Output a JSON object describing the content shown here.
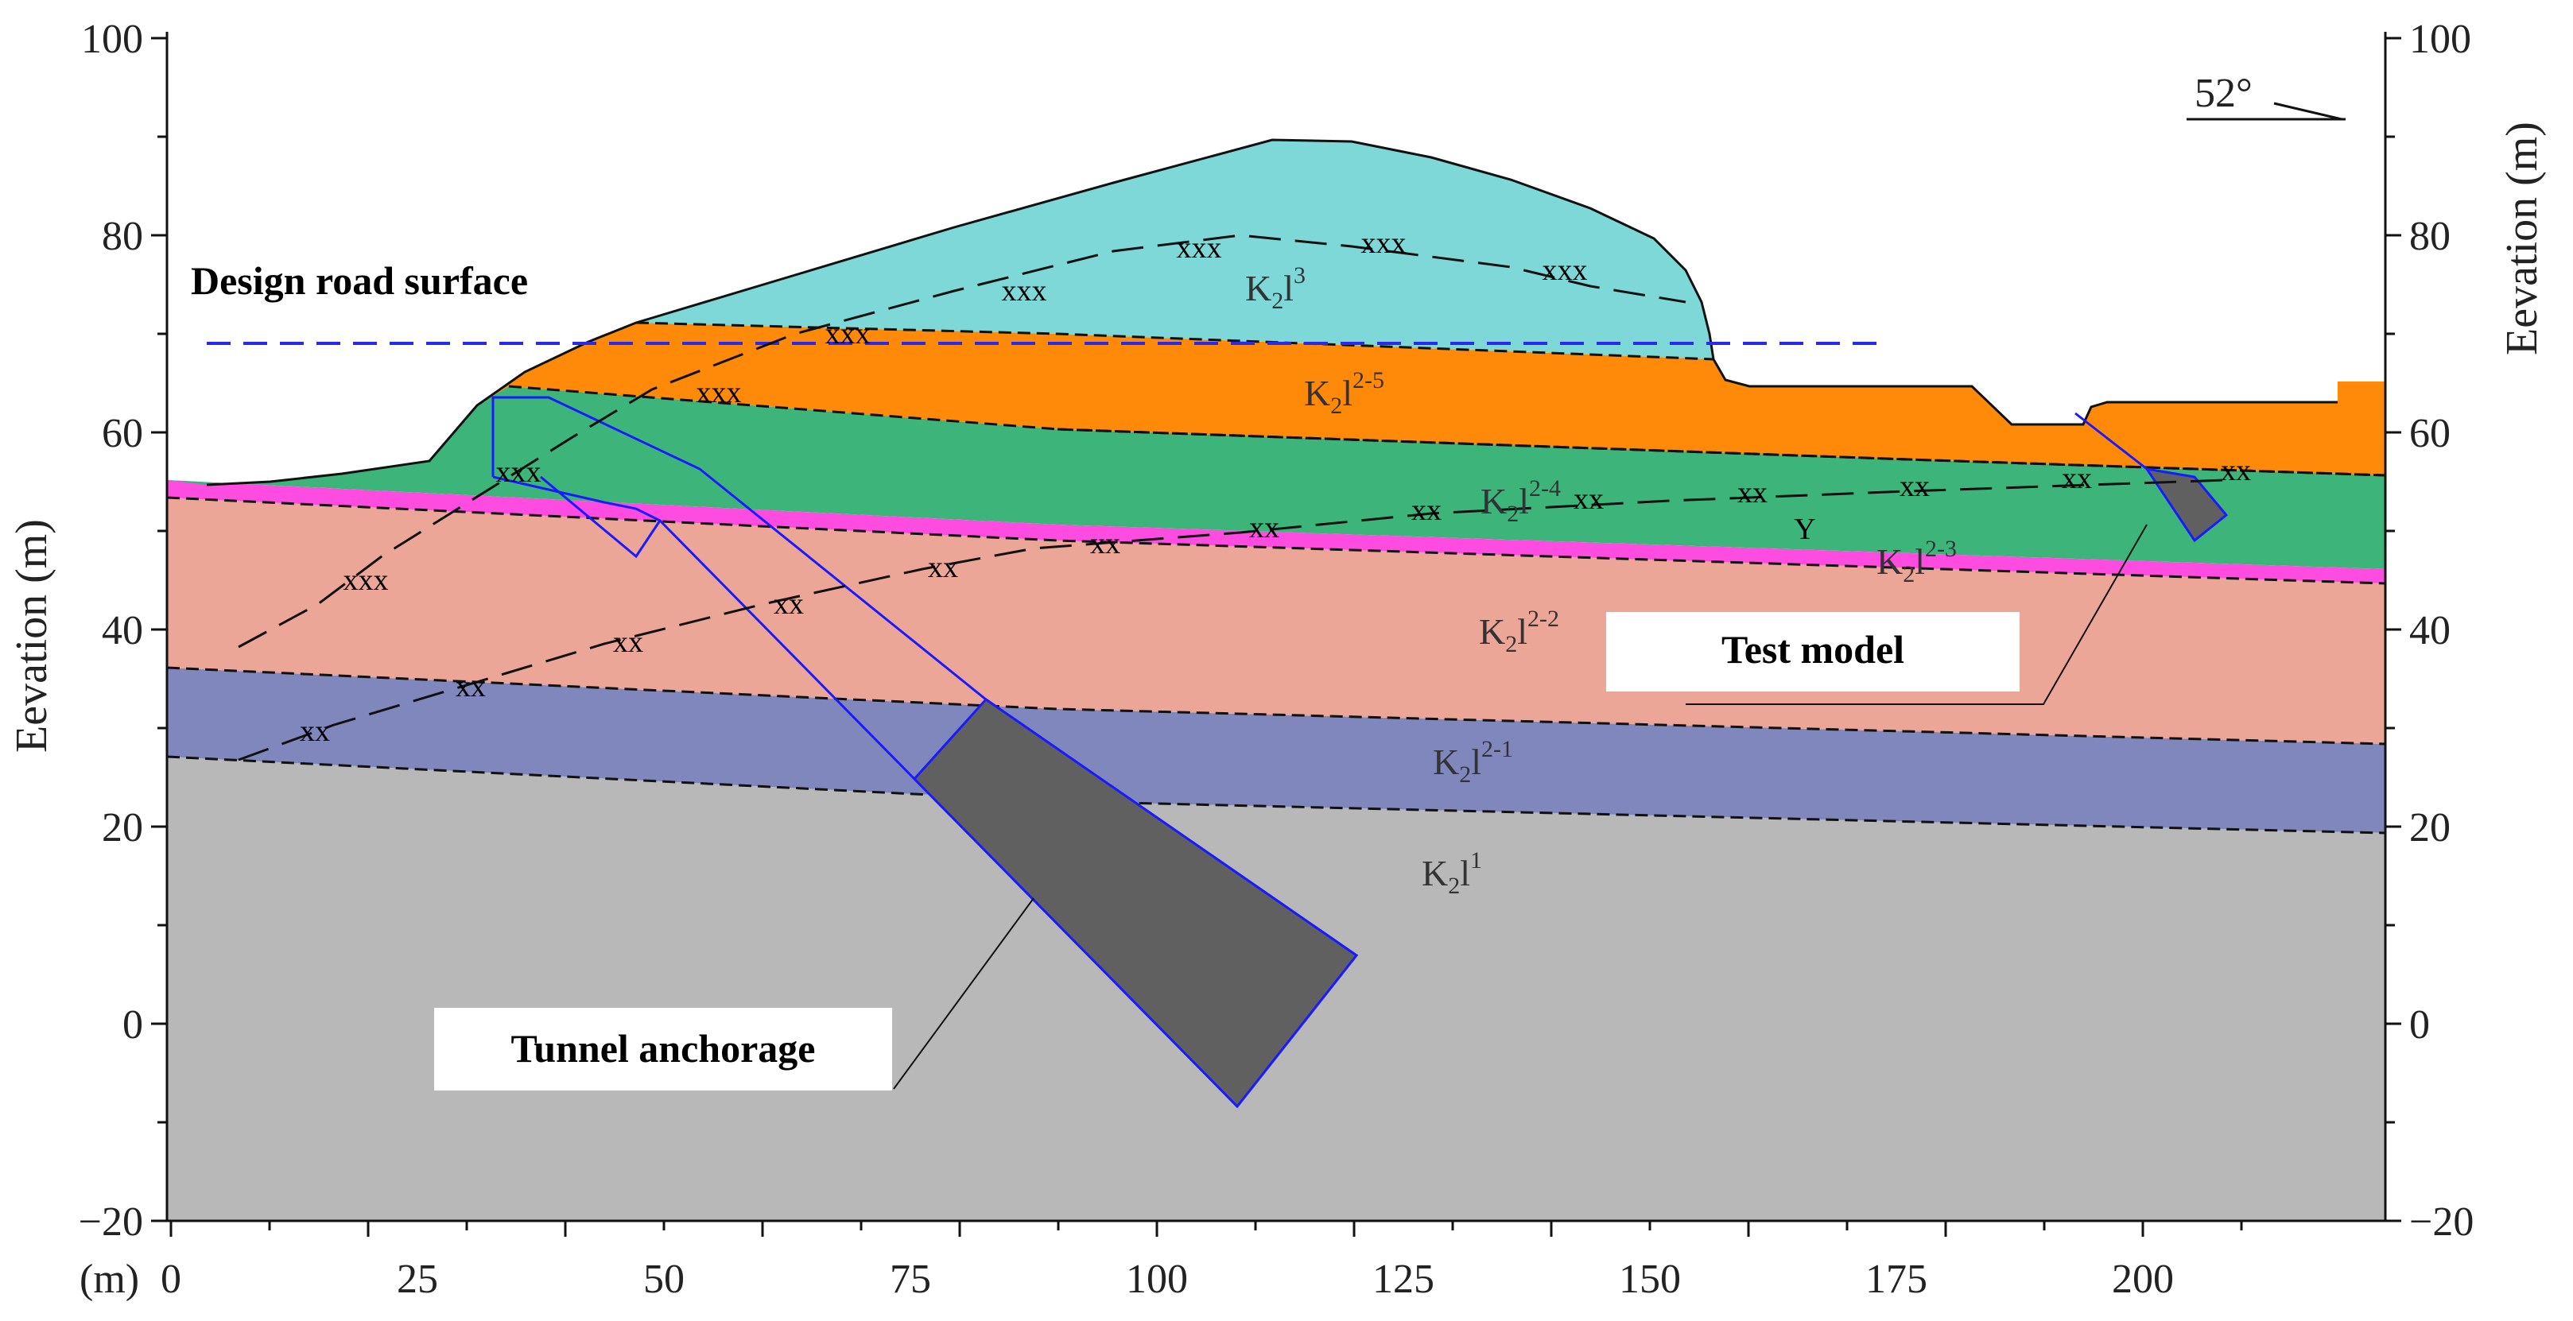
{
  "figure": {
    "y_axis_title_left": "Eevation (m)",
    "y_axis_title_right": "Eevation (m)",
    "x_unit": "(m)",
    "x_ticks": [
      "0",
      "25",
      "50",
      "75",
      "100",
      "125",
      "150",
      "175",
      "200"
    ],
    "y_ticks": [
      "100",
      "80",
      "60",
      "40",
      "20",
      "0",
      "−20"
    ],
    "strike_label": "52°",
    "design_road_surface": "Design road surface",
    "test_model": "Test model",
    "tunnel_anchorage": "Tunnel anchorage",
    "colors": {
      "K2l3": "#7fd8d8",
      "K2l2-5": "#ff8a0a",
      "K2l2-4": "#3db57a",
      "weak_interlayer": "#ff4ce0",
      "K2l2-2": "#eca697",
      "K2l2-1": "#7f87bd",
      "K2l1": "#b8b8b8",
      "anchorage": "#606060",
      "outline": "#1a1aff"
    }
  },
  "layers": {
    "k2l3": {
      "base": "K",
      "sub": "2",
      "mid": "l",
      "sup": "3"
    },
    "k2l25": {
      "base": "K",
      "sub": "2",
      "mid": "l",
      "sup": "2-5"
    },
    "k2l24": {
      "base": "K",
      "sub": "2",
      "mid": "l",
      "sup": "2-4"
    },
    "k2l23": {
      "base": "K",
      "sub": "2",
      "mid": "l",
      "sup": "2-3"
    },
    "k2l22": {
      "base": "K",
      "sub": "2",
      "mid": "l",
      "sup": "2-2"
    },
    "k2l21": {
      "base": "K",
      "sub": "2",
      "mid": "l",
      "sup": "2-1"
    },
    "k2l1": {
      "base": "K",
      "sub": "2",
      "mid": "l",
      "sup": "1"
    }
  },
  "crosses": {
    "xxx": "xxx",
    "xx": "xx",
    "y": "Y"
  }
}
